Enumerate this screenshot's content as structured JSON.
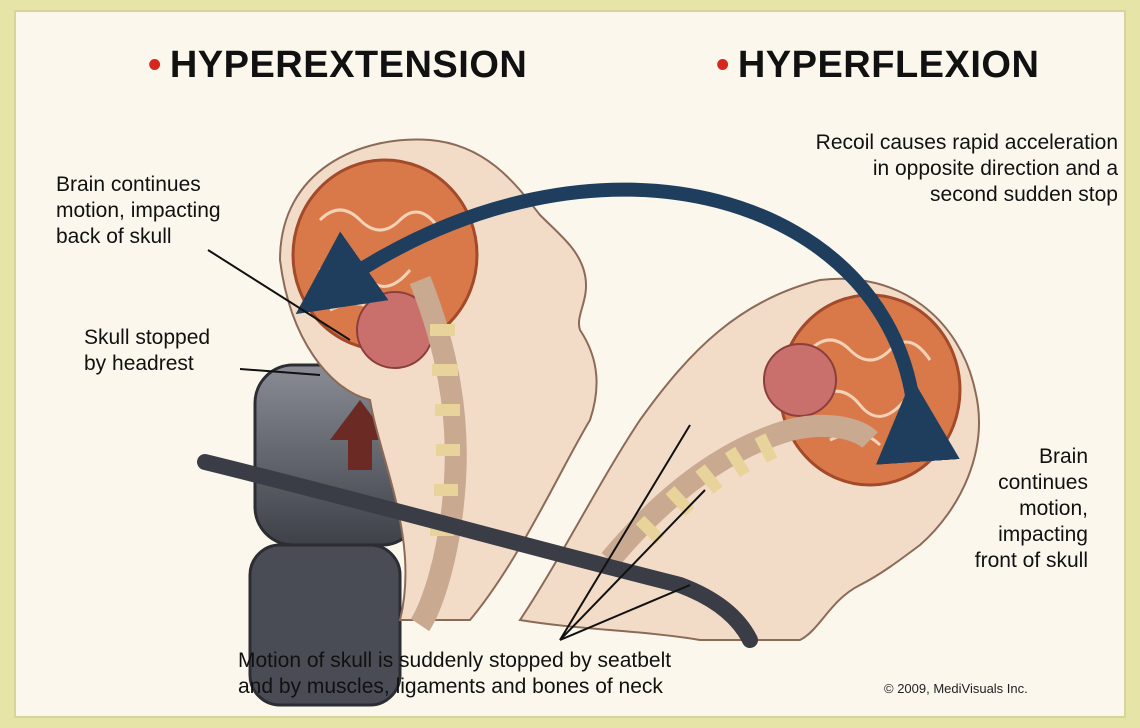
{
  "headings": {
    "left": "HYPEREXTENSION",
    "right": "HYPERFLEXION"
  },
  "labels": {
    "brain_back": [
      "Brain continues",
      "motion, impacting",
      "back of skull"
    ],
    "skull_headrest": [
      "Skull stopped",
      "by headrest"
    ],
    "recoil": [
      "Recoil causes rapid acceleration",
      "in opposite direction and a",
      "second sudden stop"
    ],
    "brain_front": [
      "Brain",
      "continues",
      "motion,",
      "impacting",
      "front of skull"
    ],
    "seatbelt": [
      "Motion of skull is suddenly stopped by seatbelt",
      "and by muscles, ligaments and bones of neck"
    ]
  },
  "copyright": "© 2009, MediVisuals Inc.",
  "colors": {
    "frame": "#e6e4a6",
    "panel": "#fbf7ec",
    "bullet": "#d8261c",
    "arrow": "#1f3e5e",
    "skin": "#f2dcc8",
    "brain": "#d9794a",
    "headrest": "#585a63"
  }
}
